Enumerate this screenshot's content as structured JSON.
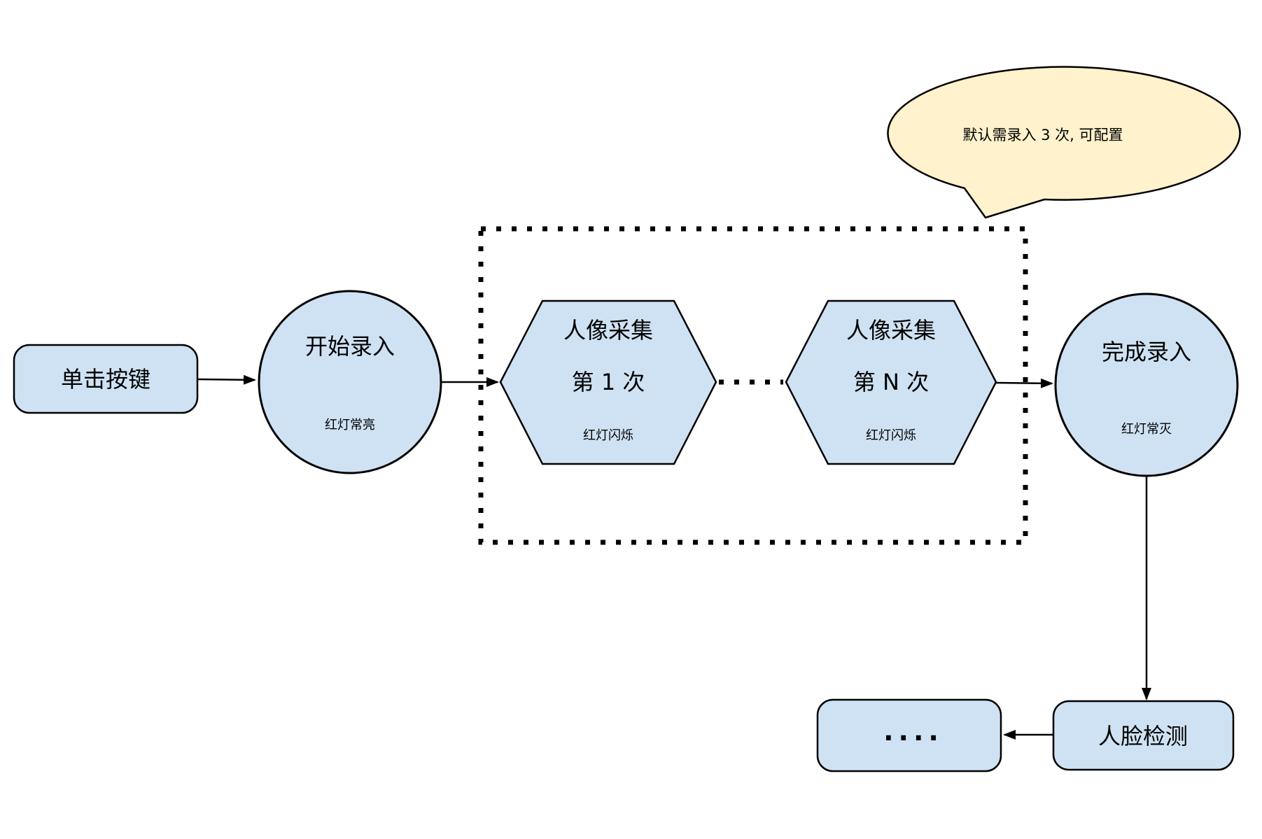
{
  "colors": {
    "node_fill": "#cfe2f3",
    "node_stroke": "#000000",
    "callout_fill": "#fff2cc",
    "canvas_bg": "#ffffff"
  },
  "callout": {
    "text": "默认需录入 3 次, 可配置"
  },
  "nodes": {
    "click_button": {
      "label": "单击按键"
    },
    "start_enroll": {
      "label": "开始录入",
      "status": "红灯常亮"
    },
    "capture_first": {
      "line1": "人像采集",
      "line2": "第 1 次",
      "status": "红灯闪烁"
    },
    "capture_nth": {
      "line1": "人像采集",
      "line2": "第 N 次",
      "status": "红灯闪烁"
    },
    "finish_enroll": {
      "label": "完成录入",
      "status": "红灯常灭"
    },
    "face_detect": {
      "label": "人脸检测"
    },
    "ellipsis": {
      "label": "...."
    }
  }
}
